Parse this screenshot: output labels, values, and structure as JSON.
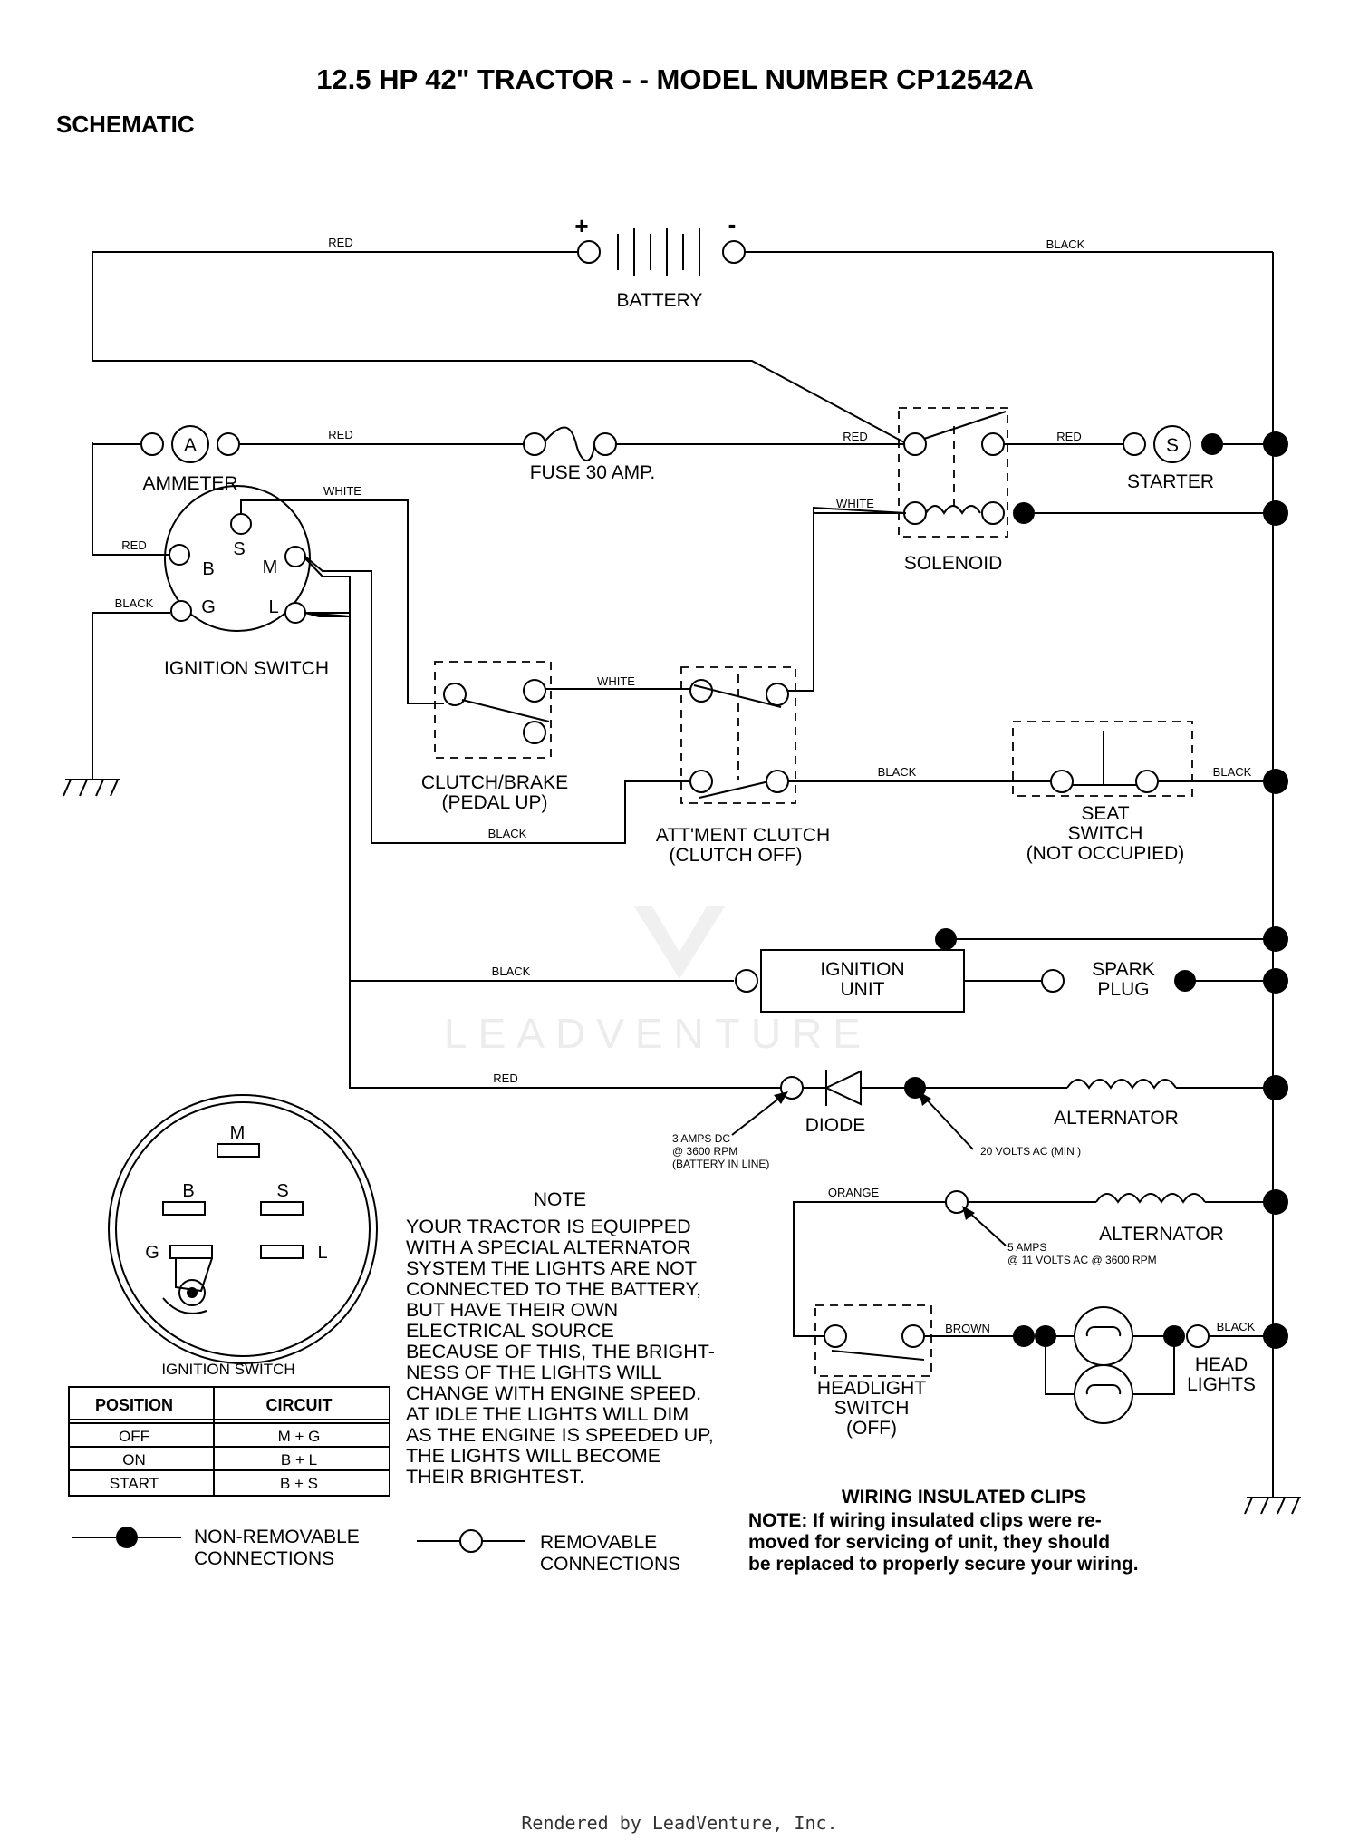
{
  "header": {
    "title": "12.5 HP 42\" TRACTOR - - MODEL NUMBER CP12542A",
    "subtitle": "SCHEMATIC"
  },
  "components": {
    "battery": "BATTERY",
    "battery_plus": "+",
    "battery_minus": "-",
    "ammeter": "AMMETER",
    "ammeter_symbol": "A",
    "fuse": "FUSE 30 AMP.",
    "starter": "STARTER",
    "starter_symbol": "S",
    "solenoid": "SOLENOID",
    "ignition_switch": "IGNITION SWITCH",
    "pin_b": "B",
    "pin_s": "S",
    "pin_m": "M",
    "pin_g": "G",
    "pin_l": "L",
    "clutch_brake_1": "CLUTCH/BRAKE",
    "clutch_brake_2": "(PEDAL UP)",
    "attment_clutch_1": "ATT'MENT CLUTCH",
    "attment_clutch_2": "(CLUTCH OFF)",
    "seat_switch_1": "SEAT",
    "seat_switch_2": "SWITCH",
    "seat_switch_3": "(NOT OCCUPIED)",
    "ignition_unit_1": "IGNITION",
    "ignition_unit_2": "UNIT",
    "spark_plug_1": "SPARK",
    "spark_plug_2": "PLUG",
    "diode": "DIODE",
    "diode_spec_1": "3 AMPS DC",
    "diode_spec_2": "@ 3600 RPM",
    "diode_spec_3": "(BATTERY IN LINE)",
    "alternator_1": "ALTERNATOR",
    "alternator_1_spec": "20 VOLTS AC (MIN )",
    "alternator_2": "ALTERNATOR",
    "alternator_2_spec_1": "5 AMPS",
    "alternator_2_spec_2": "@ 11 VOLTS AC @ 3600 RPM",
    "headlight_switch_1": "HEADLIGHT",
    "headlight_switch_2": "SWITCH",
    "headlight_switch_3": "(OFF)",
    "head_lights_1": "HEAD",
    "head_lights_2": "LIGHTS"
  },
  "wires": {
    "red": "RED",
    "black": "BLACK",
    "white": "WHITE",
    "orange": "ORANGE",
    "brown": "BROWN"
  },
  "note": {
    "heading": "NOTE",
    "lines": [
      "YOUR TRACTOR IS EQUIPPED",
      "WITH A SPECIAL ALTERNATOR",
      "SYSTEM   THE LIGHTS ARE NOT",
      "CONNECTED TO  THE BATTERY,",
      "BUT HAVE THEIR OWN",
      "ELECTRICAL SOURCE",
      "BECAUSE OF THIS, THE BRIGHT-",
      "NESS OF THE LIGHTS WILL",
      "CHANGE WITH ENGINE SPEED.",
      "AT IDLE THE LIGHTS WILL DIM",
      "AS THE ENGINE IS SPEEDED UP,",
      "THE LIGHTS WILL BECOME",
      "THEIR BRIGHTEST."
    ]
  },
  "switch_detail": {
    "label": "IGNITION SWITCH",
    "pins": {
      "m": "M",
      "b": "B",
      "s": "S",
      "g": "G",
      "l": "L"
    }
  },
  "position_table": {
    "headers": [
      "POSITION",
      "CIRCUIT"
    ],
    "rows": [
      [
        "OFF",
        "M + G"
      ],
      [
        "ON",
        "B + L"
      ],
      [
        "START",
        "B + S"
      ]
    ]
  },
  "legend": {
    "non_removable_1": "NON-REMOVABLE",
    "non_removable_2": "CONNECTIONS",
    "removable_1": "REMOVABLE",
    "removable_2": "CONNECTIONS"
  },
  "clips_note": {
    "heading": "WIRING INSULATED CLIPS",
    "lines": [
      "NOTE: If wiring insulated clips  were  re-",
      "moved  for servicing  of  unit,  they should",
      "be replaced to properly secure your wiring."
    ]
  },
  "watermark": "LEADVENTURE",
  "footer": "Rendered by LeadVenture, Inc."
}
